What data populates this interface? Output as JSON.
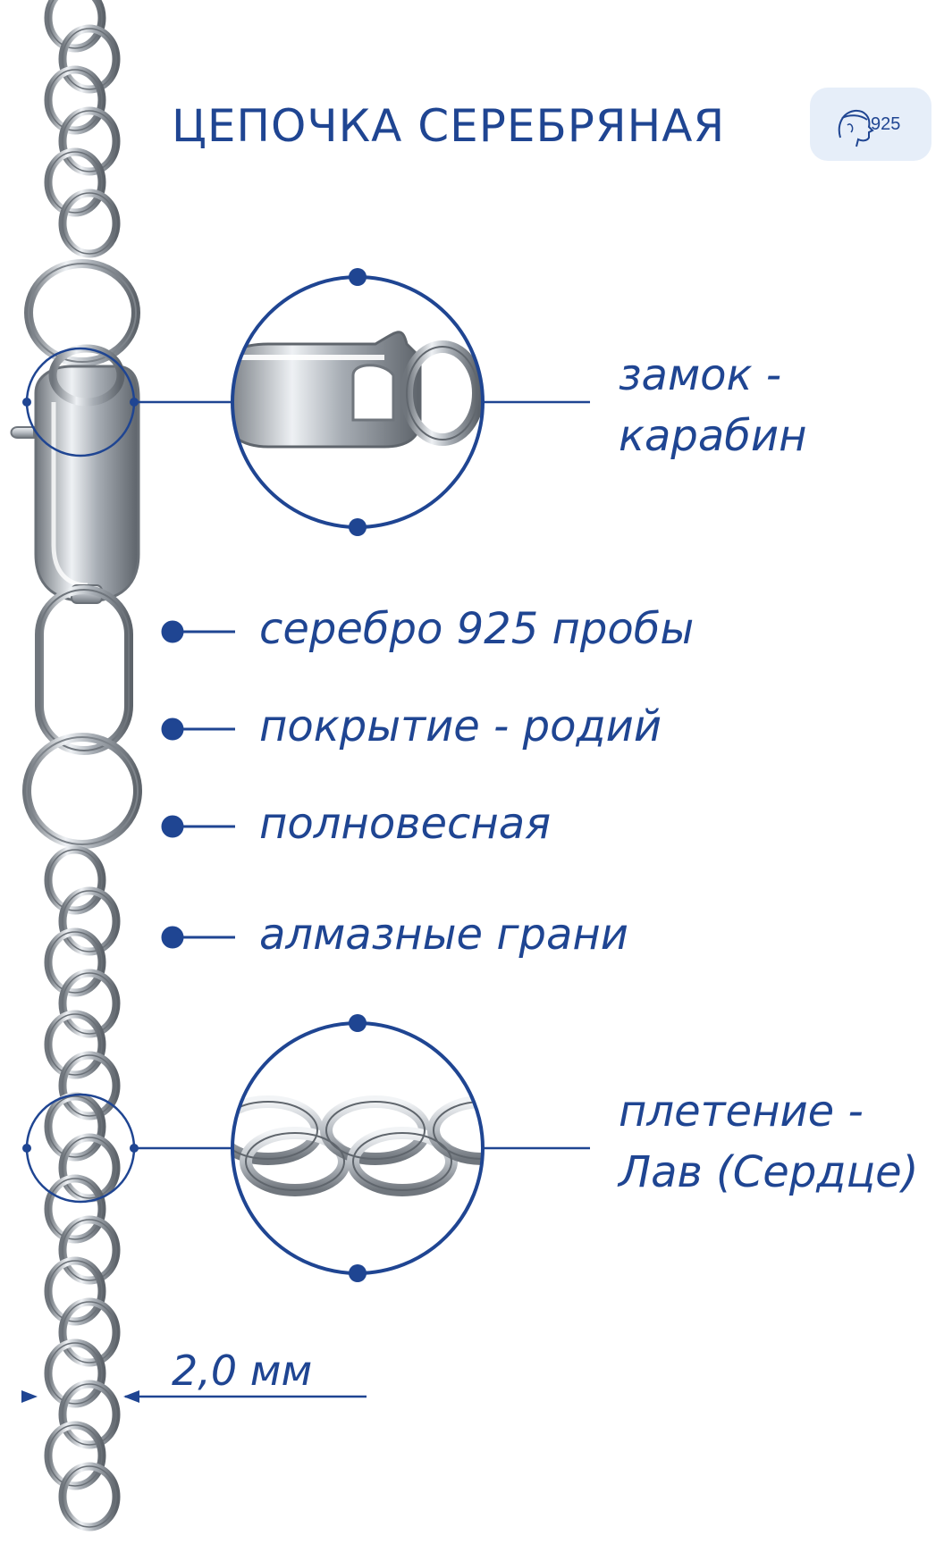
{
  "title": "ЦЕПОЧКА СЕРЕБРЯНАЯ",
  "badge": {
    "text": "925",
    "icon": "assay-mark-head-icon"
  },
  "callouts": {
    "clasp": {
      "line1": "замок -",
      "line2": "карабин"
    },
    "weave": {
      "line1": "плетение -",
      "line2": "Лав (Сердце)"
    }
  },
  "features": [
    "серебро 925 пробы",
    "покрытие - родий",
    "полновесная",
    "алмазные грани"
  ],
  "width_label": "2,0 мм",
  "colors": {
    "accent": "#1f4592",
    "badge_bg": "#e6eef9",
    "metal": "#9aa0a8"
  }
}
